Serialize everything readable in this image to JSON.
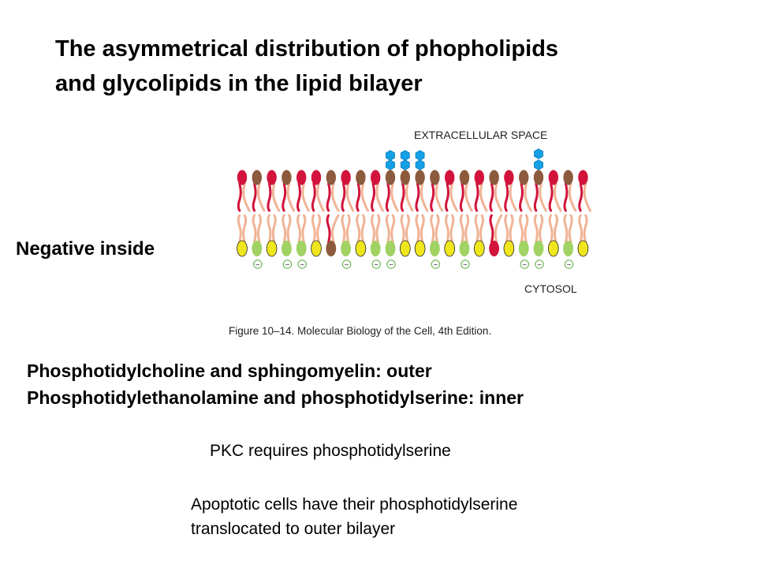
{
  "slide": {
    "title_line1": "The asymmetrical distribution of phopholipids",
    "title_line2": "and glycolipids in the lipid bilayer",
    "negative_label": "Negative inside",
    "statement_line1": "Phosphotidylcholine and sphingomyelin: outer",
    "statement_line2": "Phosphotidylethanolamine and phosphotidylserine: inner",
    "note_pkc": "PKC requires phosphotidylserine",
    "note_apoptosis_line1": "Apoptotic cells have their phosphotidylserine",
    "note_apoptosis_line2": "translocated to outer bilayer"
  },
  "figure": {
    "label_extracellular": "EXTRACELLULAR SPACE",
    "label_cytosol": "CYTOSOL",
    "caption": "Figure 10–14. Molecular Biology of the Cell, 4th Edition.",
    "charge_symbol": "−",
    "colors": {
      "phosphatidylcholine": "#d2143c",
      "sphingomyelin": "#8c5a3c",
      "phosphatidylethanolamine": "#f0e61e",
      "phosphatidylserine": "#a0d264",
      "sugar": "#14a0e6",
      "tail": "#f0b496",
      "kinked_tail": "#d2143c",
      "charge_ring": "#5aaa3c"
    },
    "outer_leaflet": [
      "pc",
      "sm",
      "pc",
      "sm",
      "pc",
      "pc",
      "sm",
      "pc",
      "sm",
      "pc",
      "gly",
      "gly",
      "gly",
      "sm",
      "pc",
      "sm",
      "pc",
      "sm",
      "pc",
      "sm",
      "gly",
      "pc",
      "sm",
      "pc"
    ],
    "inner_leaflet": [
      "pe",
      "ps",
      "pe",
      "ps",
      "ps",
      "pe",
      "sm",
      "ps",
      "pe",
      "ps",
      "ps",
      "pe",
      "pe",
      "ps",
      "pe",
      "ps",
      "pe",
      "pc",
      "pe",
      "ps",
      "ps",
      "pe",
      "ps",
      "pe"
    ]
  }
}
